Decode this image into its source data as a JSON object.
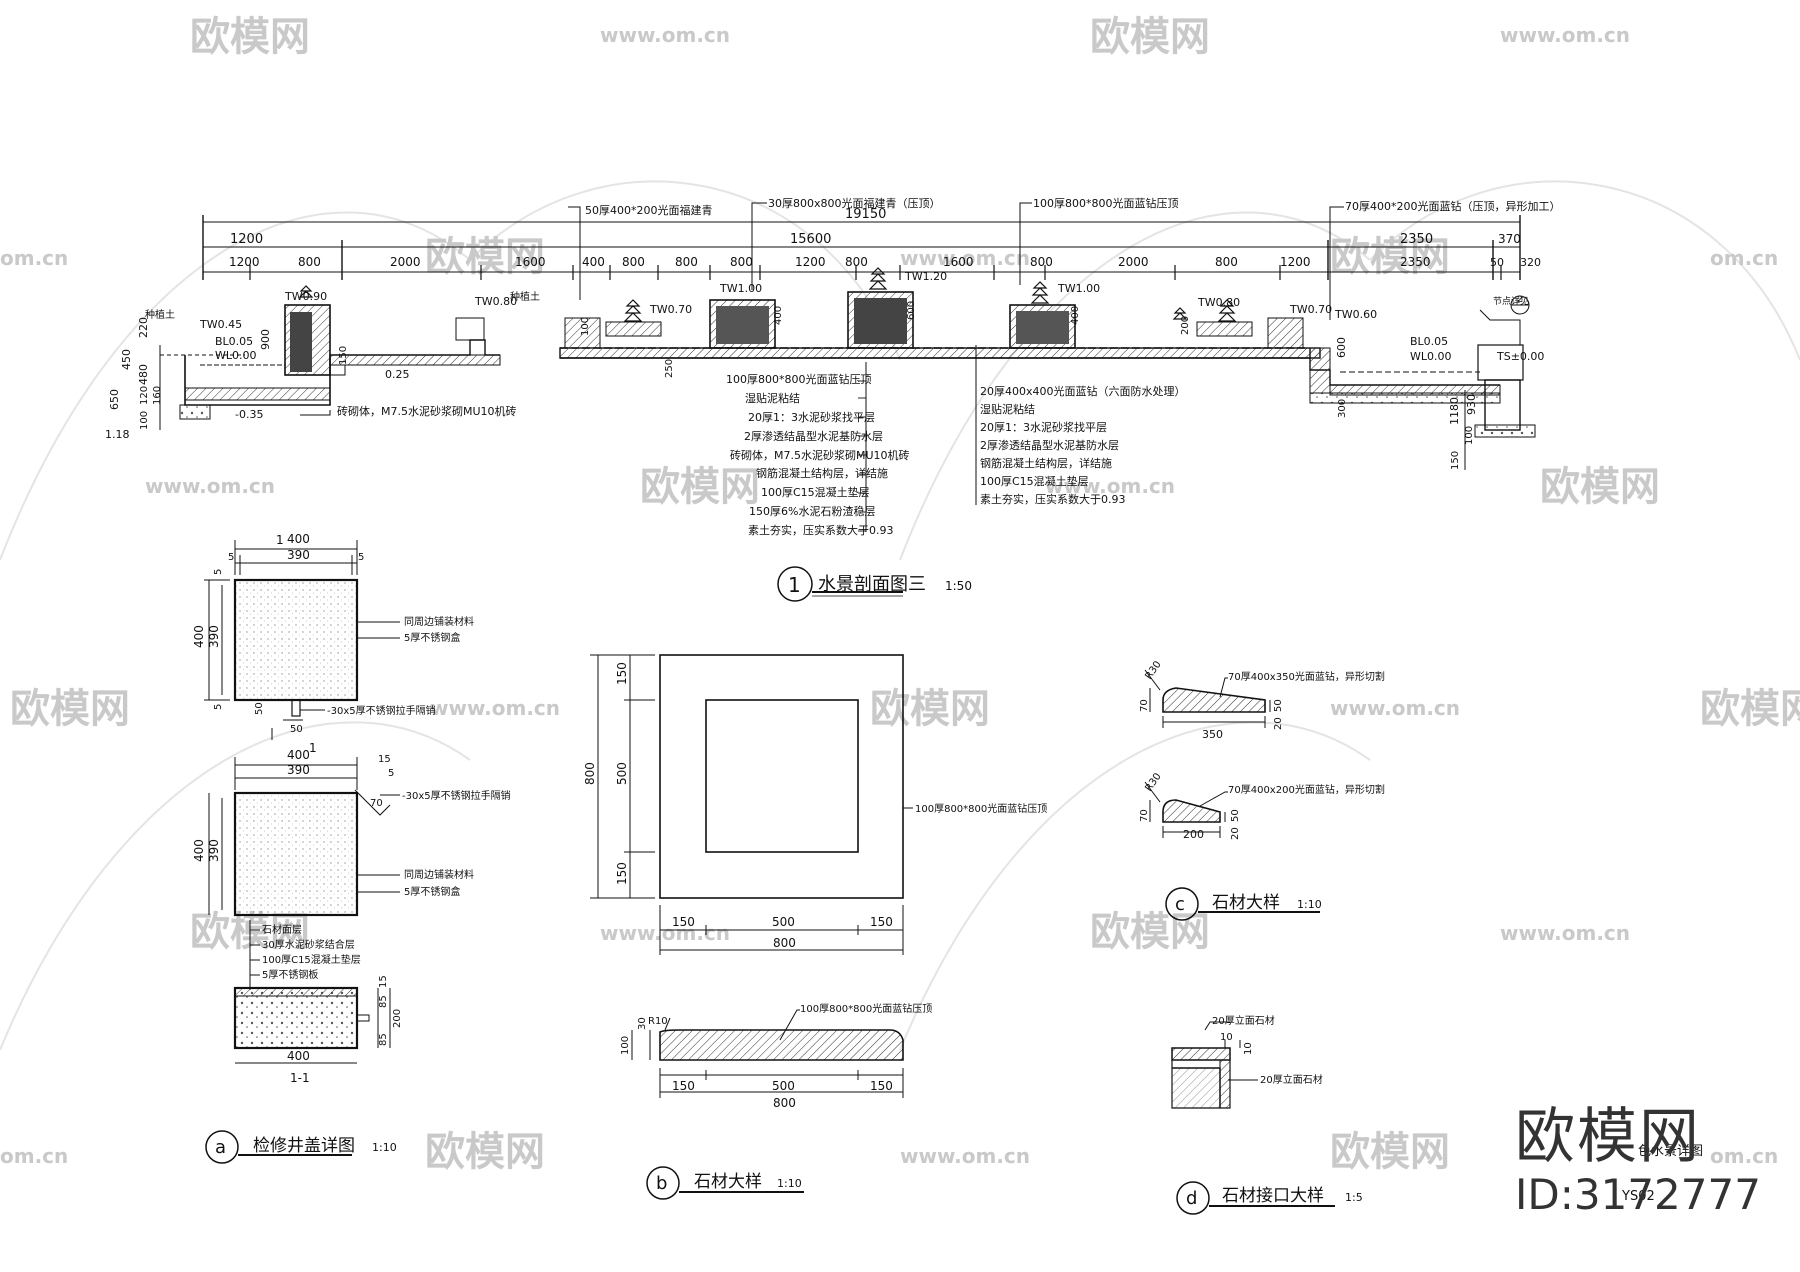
{
  "watermark": {
    "brand": "欧模网",
    "url": "www.om.cn",
    "short_url": "om.cn"
  },
  "brand_logo": {
    "name": "欧模网",
    "id": "ID:3172777"
  },
  "sheet": {
    "title_fragment": "色水景详图",
    "sheet_no": "YS02"
  },
  "section1": {
    "title": "水景剖面图三",
    "number": "1",
    "scale": "1:50",
    "dims_total": "19150",
    "dims_mid": [
      "1200",
      "15600",
      "2350",
      "370"
    ],
    "dims_detail": [
      "1200",
      "800",
      "2000",
      "1600",
      "400",
      "800",
      "800",
      "800",
      "1200",
      "800",
      "1600",
      "800",
      "2000",
      "800",
      "1200",
      "2350",
      "50",
      "320"
    ],
    "top_callouts": [
      "50厚400*200光面福建青",
      "30厚800x800光面福建青（压顶）",
      "100厚800*800光面蓝钻压顶",
      "70厚400*200光面蓝钻（压顶，异形加工）"
    ],
    "levels": [
      "TW0.90",
      "TW0.80",
      "TW0.70",
      "TW1.00",
      "TW1.20",
      "TW1.00",
      "TW0.80",
      "TW0.70",
      "TW0.60",
      "TW0.45",
      "BL0.05",
      "WL0.00",
      "BL0.05",
      "WL0.00",
      "TS±0.00"
    ],
    "misc_labels": [
      "种植土",
      "种植土",
      "-0.35",
      "0.25",
      "节点详见",
      "2"
    ],
    "vertical_dims_left": [
      "220",
      "450",
      "650",
      "480",
      "120",
      "160",
      "100",
      "1.18",
      "900",
      "150"
    ],
    "vertical_dims_mid": [
      "100",
      "250",
      "400",
      "600",
      "400",
      "200"
    ],
    "vertical_dims_right": [
      "600",
      "300",
      "1180",
      "930",
      "150",
      "100"
    ],
    "left_note": "砖砌体，M7.5水泥砂浆砌MU10机砖",
    "layers_mid": [
      "100厚800*800光面蓝钻压顶",
      "湿贴泥粘结",
      "20厚1：3水泥砂浆找平层",
      "2厚渗透结晶型水泥基防水层",
      "砖砌体，M7.5水泥砂浆砌MU10机砖",
      "钢筋混凝土结构层，详结施",
      "100厚C15混凝土垫层",
      "150厚6%水泥石粉渣稳层",
      "素土夯实，压实系数大于0.93"
    ],
    "layers_right": [
      "20厚400x400光面蓝钻（六面防水处理）",
      "湿贴泥粘结",
      "20厚1：3水泥砂浆找平层",
      "2厚渗透结晶型水泥基防水层",
      "钢筋混凝土结构层，详结施",
      "100厚C15混凝土垫层",
      "素土夯实，压实系数大于0.93"
    ]
  },
  "detail_a": {
    "title": "检修井盖详图",
    "letter": "a",
    "scale": "1:10",
    "plan1": {
      "w_outer": "400",
      "w_inner": "390",
      "edge": "5",
      "h_outer": "400",
      "h_inner": "390",
      "tab": "50",
      "cut": "1",
      "notes": [
        "同周边铺装材料",
        "5厚不锈钢盒",
        "-30x5厚不锈钢拉手隔销"
      ]
    },
    "plan2": {
      "w_outer": "400",
      "w_inner": "390",
      "h_outer": "400",
      "h_inner": "390",
      "dim15": "15",
      "dim5": "5",
      "dim70": "70",
      "notes": [
        "-30x5厚不锈钢拉手隔销",
        "同周边铺装材料",
        "5厚不锈钢盒"
      ]
    },
    "section": {
      "label": "1-1",
      "width": "400",
      "notes": [
        "石材面层",
        "30厚水泥砂浆结合层",
        "100厚C15混凝土垫层",
        "5厚不锈钢板"
      ],
      "dims": [
        "85",
        "15",
        "200",
        "85"
      ]
    }
  },
  "detail_b": {
    "title": "石材大样",
    "letter": "b",
    "scale": "1:10",
    "plan": {
      "size": "800",
      "parts": [
        "150",
        "500",
        "150"
      ],
      "v_parts": [
        "150",
        "500",
        "150"
      ],
      "note": "100厚800*800光面蓝钻压顶"
    },
    "section": {
      "note": "100厚800*800光面蓝钻压顶",
      "radius": "R10",
      "dims_v": [
        "100",
        "30"
      ],
      "parts": [
        "150",
        "500",
        "150"
      ],
      "total": "800"
    }
  },
  "detail_c": {
    "title": "石材大样",
    "letter": "c",
    "scale": "1:10",
    "piece1": {
      "note": "70厚400x350光面蓝钻，异形切割",
      "radius": "R30",
      "thick": "70",
      "width": "350",
      "h1": "50",
      "h2": "20"
    },
    "piece2": {
      "note": "70厚400x200光面蓝钻，异形切割",
      "radius": "R30",
      "thick": "70",
      "width": "200",
      "h1": "50",
      "h2": "20"
    }
  },
  "detail_d": {
    "title": "石材接口大样",
    "letter": "d",
    "scale": "1:5",
    "notes": [
      "20厚立面石材",
      "20厚立面石材"
    ],
    "dims": [
      "10",
      "10"
    ]
  }
}
